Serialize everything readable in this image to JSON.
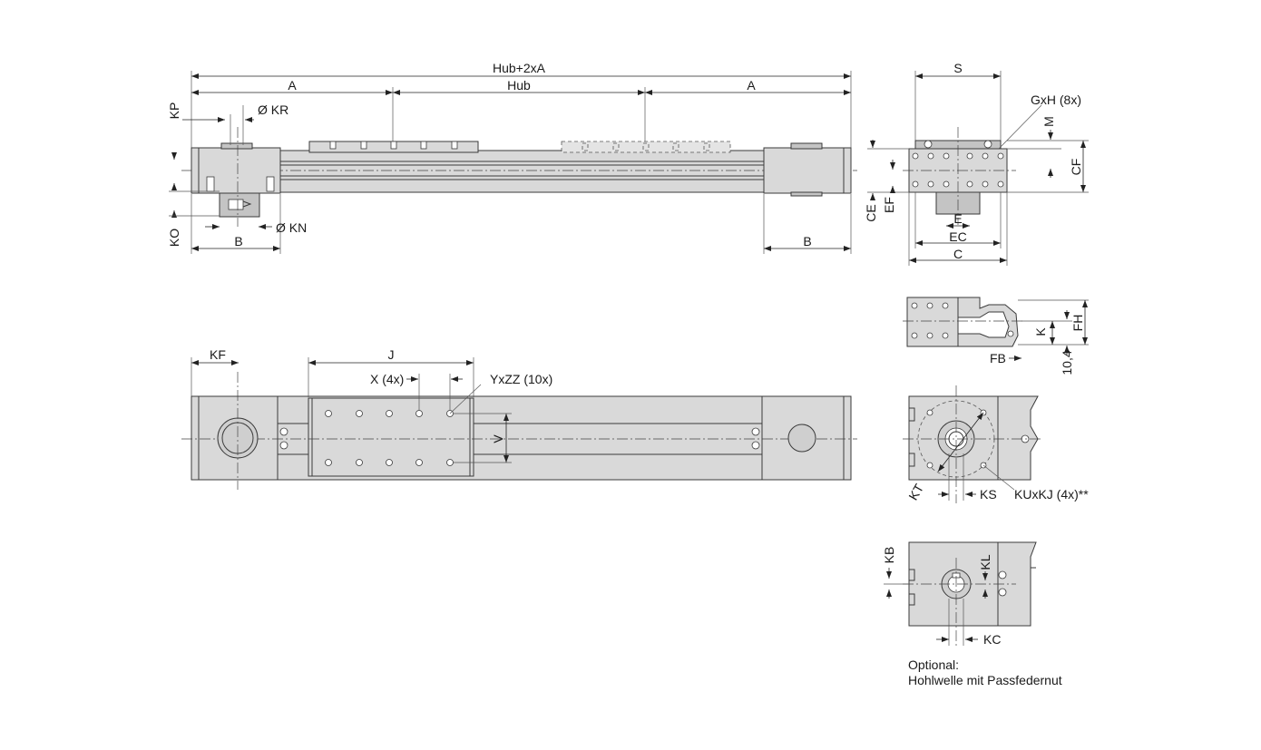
{
  "labels": {
    "hub_2xA": "Hub+2xA",
    "a_left": "A",
    "hub": "Hub",
    "a_right": "A",
    "kp": "KP",
    "kr": "Ø KR",
    "kn": "Ø KN",
    "ko": "KO",
    "b_left": "B",
    "b_right": "B",
    "s": "S",
    "gxh": "GxH (8x)",
    "m": "M",
    "cf": "CF",
    "ce": "CE",
    "ef": "EF",
    "e": "E",
    "ec": "EC",
    "c": "C",
    "fh": "FH",
    "k": "K",
    "fb": "FB",
    "dim_10_4": "10,4",
    "kf": "KF",
    "j": "J",
    "x4": "X (4x)",
    "yxzz": "YxZZ (10x)",
    "v": "V",
    "kt": "KT",
    "ks": "KS",
    "kukj": "KUxKJ (4x)**",
    "kb": "KB",
    "kl": "KL",
    "kc": "KC",
    "optional_line1": "Optional:",
    "optional_line2": "Hohlwelle mit Passfedernut"
  },
  "colors": {
    "part_fill": "#d9d9d9",
    "outline": "#3a3a3a",
    "background": "#ffffff"
  }
}
